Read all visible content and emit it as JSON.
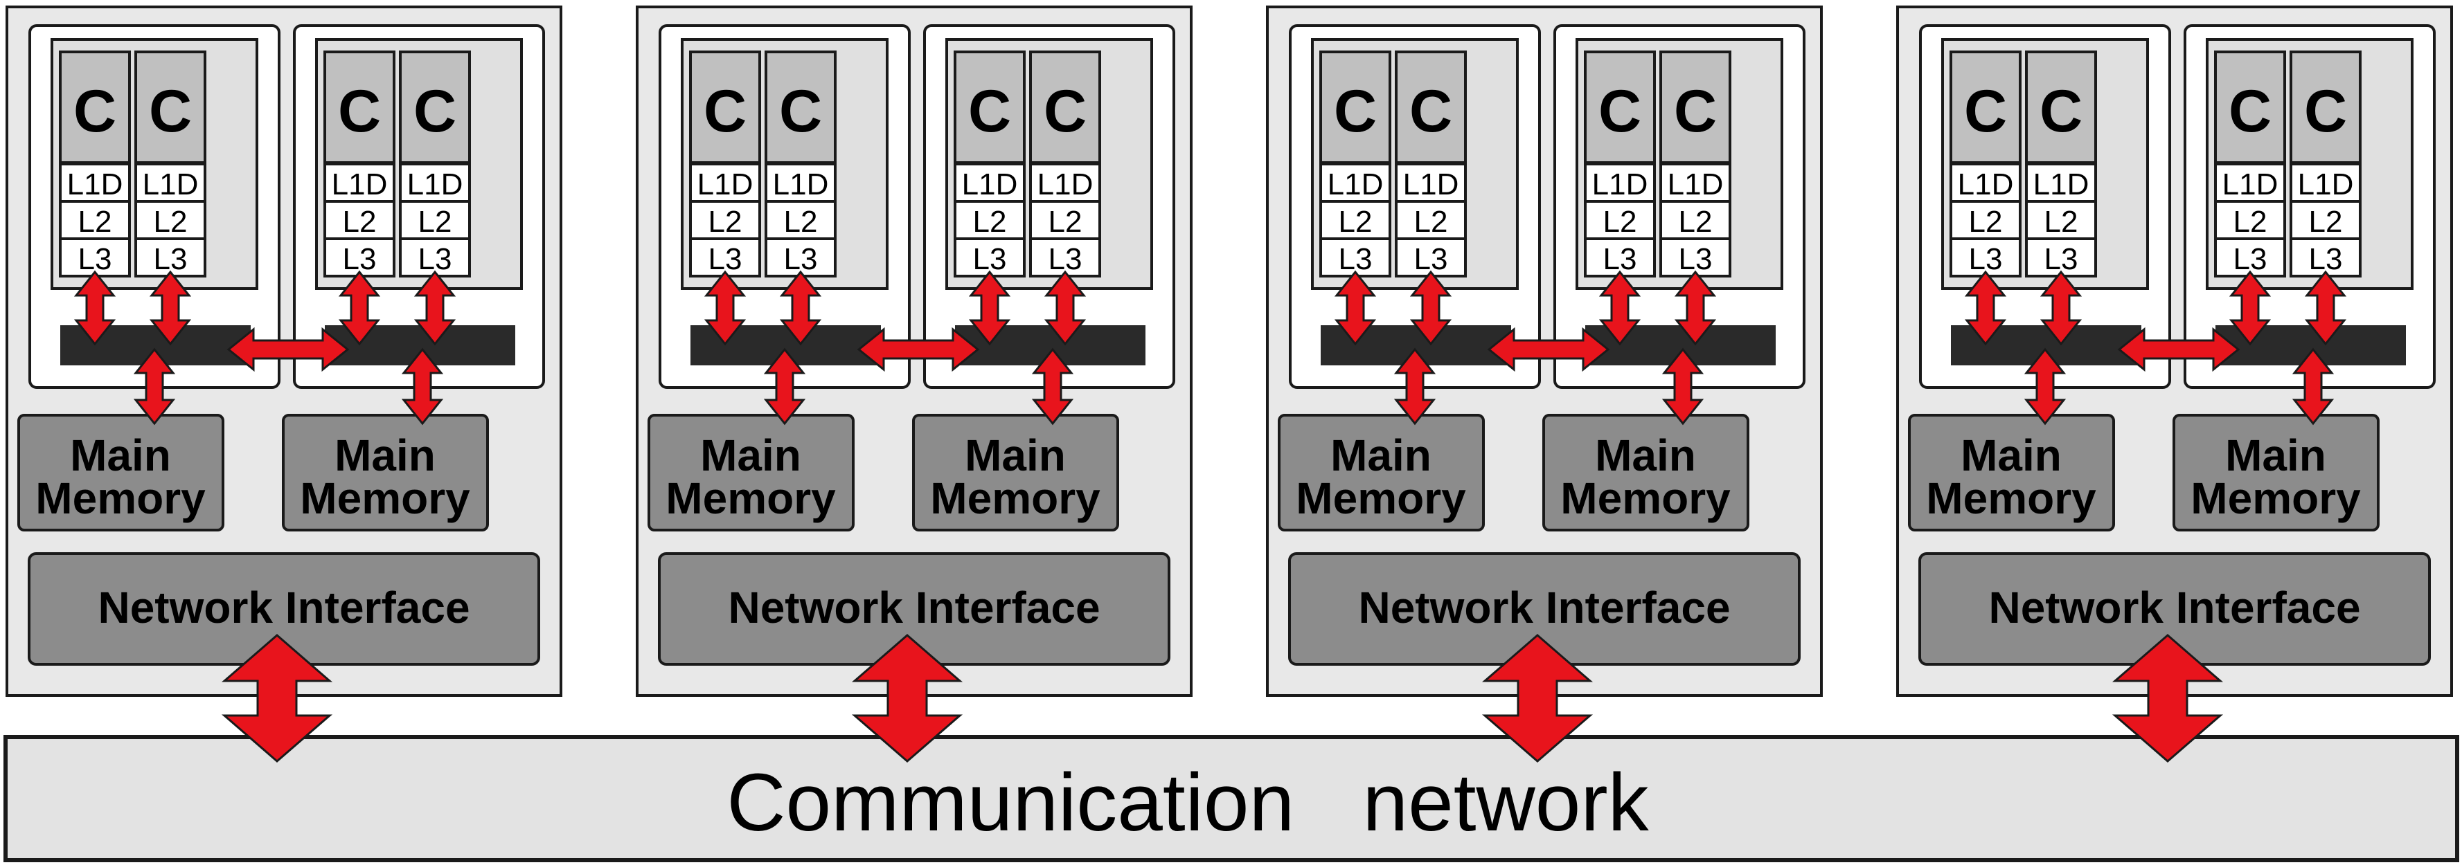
{
  "nodes": [
    {
      "sockets": [
        {
          "cores": [
            {
              "core_label": "C",
              "caches": [
                "L1D",
                "L2",
                "L3"
              ]
            },
            {
              "core_label": "C",
              "caches": [
                "L1D",
                "L2",
                "L3"
              ]
            }
          ],
          "memory_label": [
            "Main",
            "Memory"
          ]
        },
        {
          "cores": [
            {
              "core_label": "C",
              "caches": [
                "L1D",
                "L2",
                "L3"
              ]
            },
            {
              "core_label": "C",
              "caches": [
                "L1D",
                "L2",
                "L3"
              ]
            }
          ],
          "memory_label": [
            "Main",
            "Memory"
          ]
        }
      ],
      "network_interface_label": "Network Interface"
    },
    {
      "sockets": [
        {
          "cores": [
            {
              "core_label": "C",
              "caches": [
                "L1D",
                "L2",
                "L3"
              ]
            },
            {
              "core_label": "C",
              "caches": [
                "L1D",
                "L2",
                "L3"
              ]
            }
          ],
          "memory_label": [
            "Main",
            "Memory"
          ]
        },
        {
          "cores": [
            {
              "core_label": "C",
              "caches": [
                "L1D",
                "L2",
                "L3"
              ]
            },
            {
              "core_label": "C",
              "caches": [
                "L1D",
                "L2",
                "L3"
              ]
            }
          ],
          "memory_label": [
            "Main",
            "Memory"
          ]
        }
      ],
      "network_interface_label": "Network Interface"
    },
    {
      "sockets": [
        {
          "cores": [
            {
              "core_label": "C",
              "caches": [
                "L1D",
                "L2",
                "L3"
              ]
            },
            {
              "core_label": "C",
              "caches": [
                "L1D",
                "L2",
                "L3"
              ]
            }
          ],
          "memory_label": [
            "Main",
            "Memory"
          ]
        },
        {
          "cores": [
            {
              "core_label": "C",
              "caches": [
                "L1D",
                "L2",
                "L3"
              ]
            },
            {
              "core_label": "C",
              "caches": [
                "L1D",
                "L2",
                "L3"
              ]
            }
          ],
          "memory_label": [
            "Main",
            "Memory"
          ]
        }
      ],
      "network_interface_label": "Network Interface"
    },
    {
      "sockets": [
        {
          "cores": [
            {
              "core_label": "C",
              "caches": [
                "L1D",
                "L2",
                "L3"
              ]
            },
            {
              "core_label": "C",
              "caches": [
                "L1D",
                "L2",
                "L3"
              ]
            }
          ],
          "memory_label": [
            "Main",
            "Memory"
          ]
        },
        {
          "cores": [
            {
              "core_label": "C",
              "caches": [
                "L1D",
                "L2",
                "L3"
              ]
            },
            {
              "core_label": "C",
              "caches": [
                "L1D",
                "L2",
                "L3"
              ]
            }
          ],
          "memory_label": [
            "Main",
            "Memory"
          ]
        }
      ],
      "network_interface_label": "Network Interface"
    }
  ],
  "network_label": "Communication   network",
  "colors": {
    "node_fill": "#e8e8e8",
    "socket_fill": "#ffffff",
    "core_fill": "#c0c0c0",
    "core_box_fill": "#e0e0e0",
    "bus_fill": "#2a2a2a",
    "memory_fill": "#8c8c8c",
    "arrow": "#e8141c",
    "outline": "#1a1a1a",
    "network_fill": "#e3e3e3"
  }
}
